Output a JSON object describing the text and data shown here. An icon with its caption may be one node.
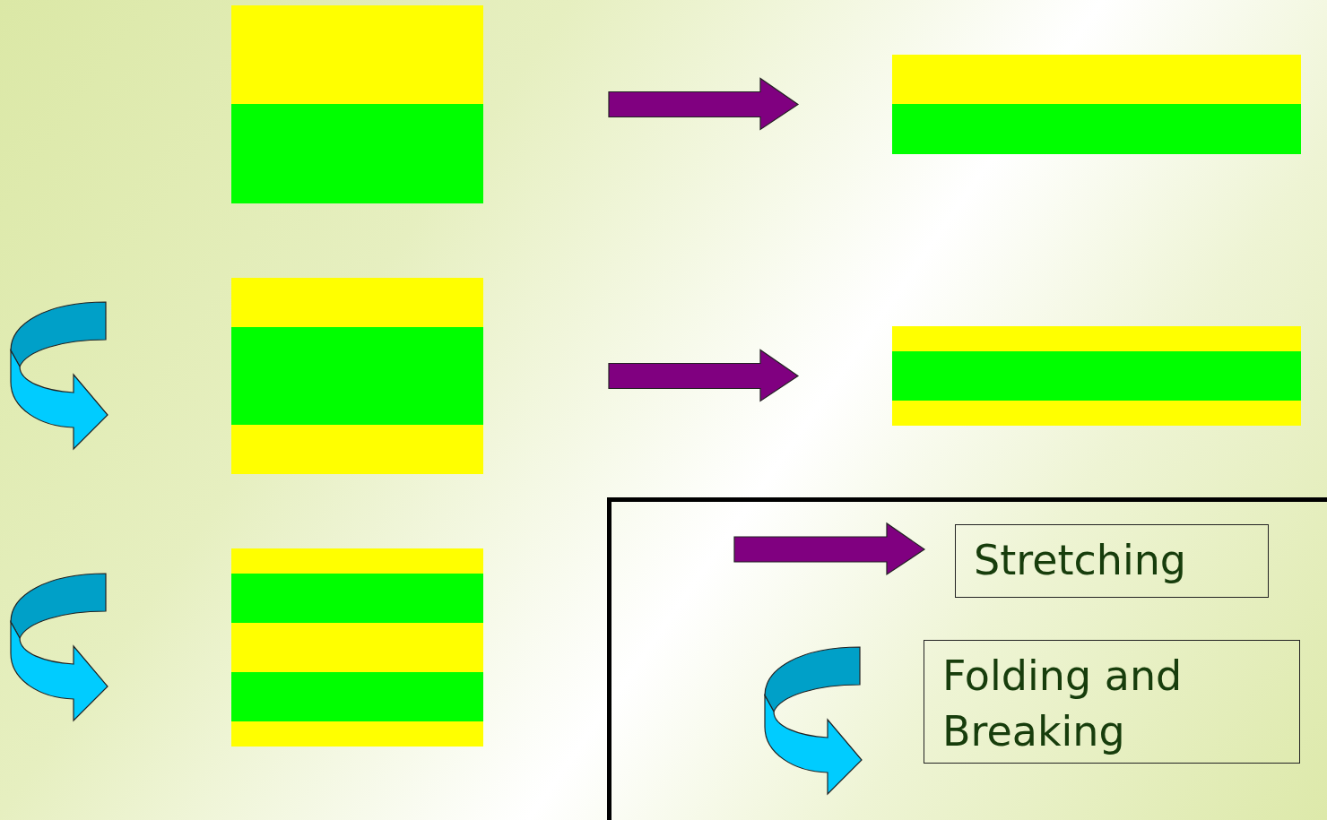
{
  "diagram": {
    "nodes": [
      {
        "text": [],
        "shape": "box"
      },
      {
        "text": [],
        "shape": "box"
      },
      {
        "text": [],
        "shape": "box"
      },
      {
        "text": [],
        "shape": "box"
      },
      {
        "text": [],
        "shape": "box"
      }
    ],
    "edges": [
      {
        "from": 0,
        "to": 1,
        "arrow": "to",
        "color": "#800080"
      },
      {
        "from": 2,
        "to": 3,
        "arrow": "to",
        "color": "#800080"
      }
    ],
    "legend": [
      {
        "text": "Stretching"
      },
      {
        "text": "Folding and Breaking"
      }
    ]
  }
}
